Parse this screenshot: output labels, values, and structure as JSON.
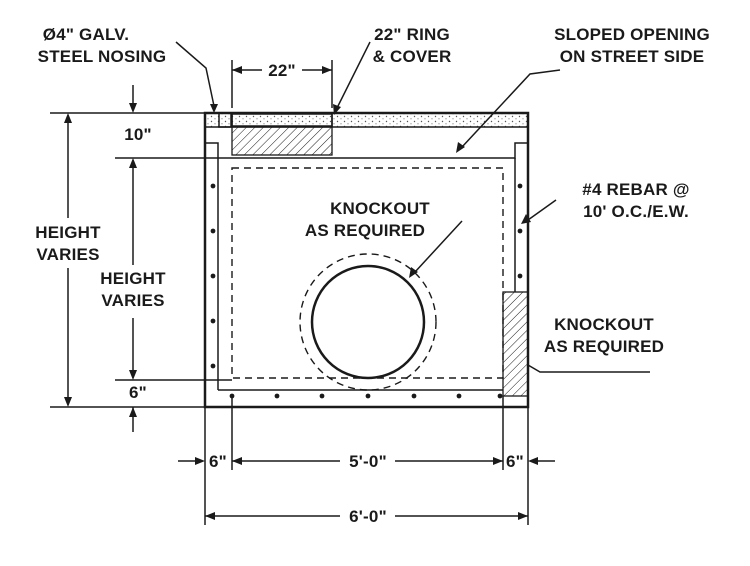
{
  "labels": {
    "nosing_line1": "Ø4\" GALV.",
    "nosing_line2": "STEEL NOSING",
    "ring_line1": "22\" RING",
    "ring_line2": "& COVER",
    "opening_line1": "SLOPED OPENING",
    "opening_line2": "ON STREET SIDE",
    "rebar_line1": "#4 REBAR @",
    "rebar_line2": "10' O.C./E.W.",
    "knockout_center_line1": "KNOCKOUT",
    "knockout_center_line2": "AS REQUIRED",
    "knockout_side_line1": "KNOCKOUT",
    "knockout_side_line2": "AS REQUIRED",
    "outer_height_line1": "HEIGHT",
    "outer_height_line2": "VARIES",
    "inner_height_line1": "HEIGHT",
    "inner_height_line2": "VARIES"
  },
  "dimensions": {
    "ring_width": "22\"",
    "top_slab": "10\"",
    "bottom_slab": "6\"",
    "left_wall": "6\"",
    "inner_width": "5'-0\"",
    "right_wall": "6\"",
    "outer_width": "6'-0\""
  },
  "colors": {
    "line": "#1a1a1a",
    "background": "#ffffff"
  }
}
